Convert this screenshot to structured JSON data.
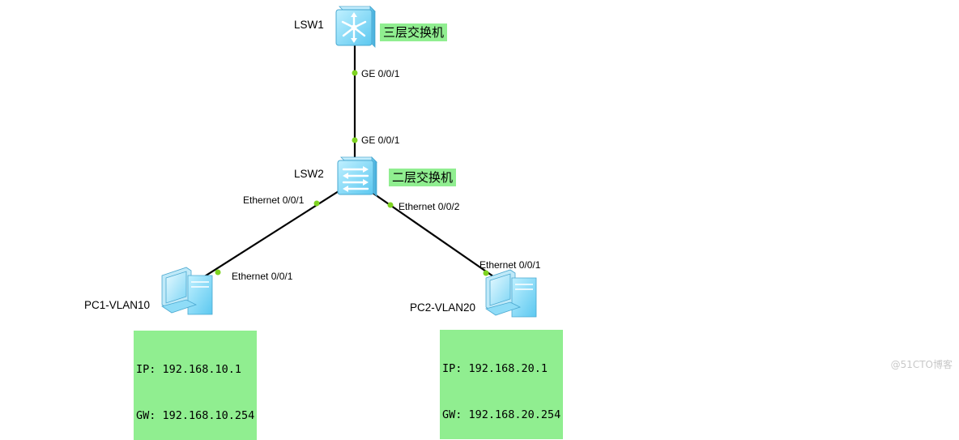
{
  "devices": {
    "lsw1": {
      "name": "LSW1",
      "tag": "三层交换机"
    },
    "lsw2": {
      "name": "LSW2",
      "tag": "二层交换机"
    },
    "pc1": {
      "name": "PC1-VLAN10",
      "ip": "IP: 192.168.10.1",
      "gw": "GW: 192.168.10.254"
    },
    "pc2": {
      "name": "PC2-VLAN20",
      "ip": "IP: 192.168.20.1",
      "gw": "GW: 192.168.20.254"
    }
  },
  "links": {
    "lsw1_lsw2": {
      "a_port": "GE 0/0/1",
      "b_port": "GE 0/0/1"
    },
    "lsw2_pc1": {
      "a_port": "Ethernet 0/0/1",
      "b_port": "Ethernet 0/0/1"
    },
    "lsw2_pc2": {
      "a_port": "Ethernet 0/0/2",
      "b_port": "Ethernet 0/0/1"
    }
  },
  "colors": {
    "highlight": "#90ee90",
    "port_dot": "#7ed321",
    "device_blue": "#5cc8f0"
  },
  "watermark": "@51CTO博客"
}
